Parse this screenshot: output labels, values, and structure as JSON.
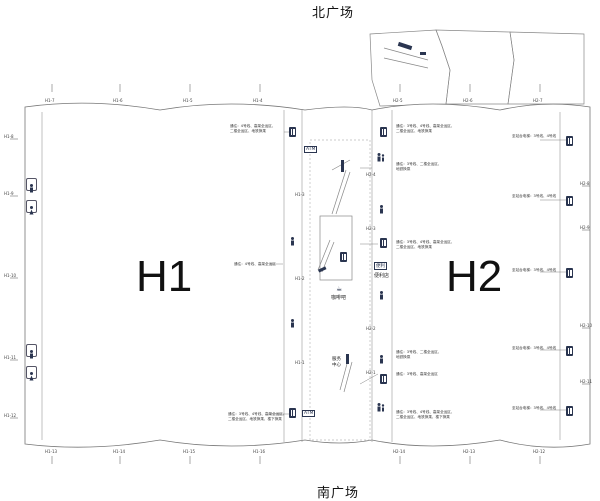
{
  "plazas": {
    "north": "北广场",
    "south": "南广场"
  },
  "halls": {
    "h1": "H1",
    "h2": "H2"
  },
  "gates": {
    "top_h1": [
      "H1-7",
      "H1-6",
      "H1-5",
      "H1-4"
    ],
    "top_h2": [
      "H2-5",
      "H2-6",
      "H2-7"
    ],
    "bottom_h1": [
      "H1-13",
      "H1-14",
      "H1-15",
      "H1-16"
    ],
    "bottom_h2": [
      "H2-14",
      "H2-13",
      "H2-12"
    ],
    "left": [
      "H1-8",
      "H1-9",
      "H1-10",
      "H1-11",
      "H1-12"
    ],
    "right": [
      "H2-8",
      "H2-9",
      "H2-10",
      "H2-11"
    ],
    "center_left": [
      "H1-3",
      "H1-2",
      "H1-1"
    ],
    "center_right": [
      "H2-4",
      "H2-3",
      "H2-2",
      "H2-1"
    ]
  },
  "facilities": {
    "atm": "ATM",
    "coffee": "咖啡吧",
    "store_tag": "便利",
    "store": "便利店",
    "service": "服务中心"
  },
  "notes": {
    "n1": "通往：4号线、高架全运区、\n二楼全运区、地铁换乘",
    "n2": "通往：4号线、高架全运区",
    "n3": "通往：3号线、高架全运区",
    "n4": "通往：3号线、二楼全运区、\n地铁换乘",
    "n5": "通往：3号线、4号线、高架全运区、\n二楼全运区、地铁换乘",
    "n6": "通往：3号线、二楼全运区、\n地铁换乘",
    "n7": "通往：3号线、4号线、高架全运区、\n二楼全运区、地铁换乘",
    "n8": "通往：3号线、二楼全运区、\n地铁换乘",
    "n9": "通往：3号线、4号线、高架全运区、\n二楼全运区、地铁换乘、楼下换乘",
    "n10": "通往：3号线、4号线、高架全运区、\n二楼全运区、地铁换乘、楼下换乘",
    "lifts": "至站台电梯：3号线、4号线"
  }
}
